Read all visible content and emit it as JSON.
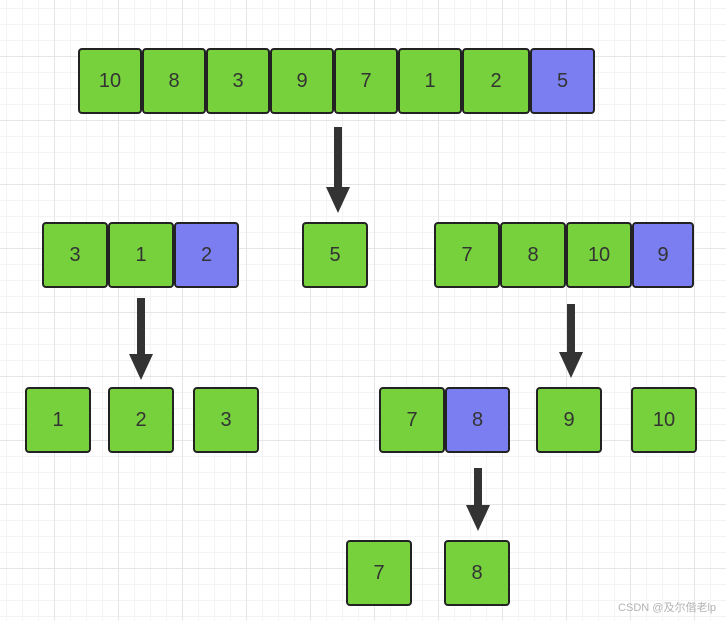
{
  "colors": {
    "normal": "#77d13d",
    "pivot": "#7b7ef0"
  },
  "rows": [
    {
      "id": "row-initial-array",
      "cells": [
        {
          "value": "10",
          "pivot": false
        },
        {
          "value": "8",
          "pivot": false
        },
        {
          "value": "3",
          "pivot": false
        },
        {
          "value": "9",
          "pivot": false
        },
        {
          "value": "7",
          "pivot": false
        },
        {
          "value": "1",
          "pivot": false
        },
        {
          "value": "2",
          "pivot": false
        },
        {
          "value": "5",
          "pivot": true
        }
      ]
    },
    {
      "id": "row-left-partition",
      "cells": [
        {
          "value": "3",
          "pivot": false
        },
        {
          "value": "1",
          "pivot": false
        },
        {
          "value": "2",
          "pivot": true
        }
      ]
    },
    {
      "id": "row-pivot-5",
      "cells": [
        {
          "value": "5",
          "pivot": false
        }
      ]
    },
    {
      "id": "row-right-partition",
      "cells": [
        {
          "value": "7",
          "pivot": false
        },
        {
          "value": "8",
          "pivot": false
        },
        {
          "value": "10",
          "pivot": false
        },
        {
          "value": "9",
          "pivot": true
        }
      ]
    },
    {
      "id": "row-left-1",
      "cells": [
        {
          "value": "1",
          "pivot": false
        }
      ]
    },
    {
      "id": "row-left-2",
      "cells": [
        {
          "value": "2",
          "pivot": false
        }
      ]
    },
    {
      "id": "row-left-3",
      "cells": [
        {
          "value": "3",
          "pivot": false
        }
      ]
    },
    {
      "id": "row-right-sub",
      "cells": [
        {
          "value": "7",
          "pivot": false
        },
        {
          "value": "8",
          "pivot": true
        }
      ]
    },
    {
      "id": "row-right-9",
      "cells": [
        {
          "value": "9",
          "pivot": false
        }
      ]
    },
    {
      "id": "row-right-10",
      "cells": [
        {
          "value": "10",
          "pivot": false
        }
      ]
    },
    {
      "id": "row-final-7",
      "cells": [
        {
          "value": "7",
          "pivot": false
        }
      ]
    },
    {
      "id": "row-final-8",
      "cells": [
        {
          "value": "8",
          "pivot": false
        }
      ]
    }
  ],
  "watermark": "CSDN @及尔偕老lp"
}
